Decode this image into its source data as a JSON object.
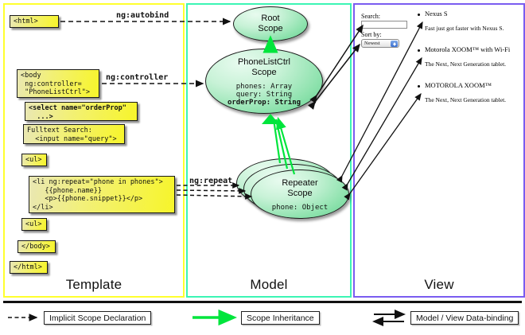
{
  "panels": [
    {
      "key": "template",
      "label": "Template",
      "border_color": "#ffff2e"
    },
    {
      "key": "model",
      "label": "Model",
      "border_color": "#3cf5b4"
    },
    {
      "key": "view",
      "label": "View",
      "border_color": "#7a5cf0"
    }
  ],
  "template": {
    "boxes": [
      {
        "name": "html-open-box",
        "text": "<html>",
        "bold": false
      },
      {
        "name": "body-controller-box",
        "text": "<body\n ng:controller=\n \"PhoneListCtrl\">",
        "bold": false
      },
      {
        "name": "select-orderprop-box",
        "text": "<select name=\"orderProp\"\n  ...>",
        "bold": true
      },
      {
        "name": "fulltext-search-box",
        "text": "Fulltext Search:\n  <input name=\"query\">",
        "bold": false
      },
      {
        "name": "ul-open-box",
        "text": "<ul>",
        "bold": false
      },
      {
        "name": "li-ngrepeat-box",
        "text": "<li ng:repeat=\"phone in phones\">\n   {{phone.name}}\n   <p>{{phone.snippet}}</p>\n</li>",
        "bold": false
      },
      {
        "name": "ul-close-box",
        "text": "<ul>",
        "bold": false
      },
      {
        "name": "body-close-box",
        "text": "</body>",
        "bold": false
      },
      {
        "name": "html-close-box",
        "text": "</html>",
        "bold": false
      }
    ]
  },
  "model": {
    "scopes": [
      {
        "name": "root-scope",
        "title": "Root\nScope",
        "props": ""
      },
      {
        "name": "phonelistctrl-scope",
        "title": "PhoneListCtrl\nScope",
        "props_lines": [
          "phones: Array",
          "query: String"
        ],
        "props_bold": "orderProp: String"
      },
      {
        "name": "repeater-scope",
        "title": "Repeater\nScope",
        "props_lines": [
          "phone: Object"
        ],
        "props_bold": ""
      }
    ]
  },
  "arrow_labels": [
    {
      "name": "ng-autobind-label",
      "text": "ng:autobind"
    },
    {
      "name": "ng-controller-label",
      "text": "ng:controller"
    },
    {
      "name": "ng-repeat-label",
      "text": "ng:repeat"
    }
  ],
  "view": {
    "search_label": "Search:",
    "search_value": "",
    "sort_label": "Sort by:",
    "sort_selected": "Newest",
    "phones": [
      {
        "name": "Nexus S",
        "snippet": "Fast just got faster with Nexus S."
      },
      {
        "name": "Motorola XOOM™ with Wi-Fi",
        "snippet": "The Next, Next Generation tablet."
      },
      {
        "name": "MOTOROLA XOOM™",
        "snippet": "The Next, Next Generation tablet."
      }
    ]
  },
  "legend": [
    {
      "name": "legend-implicit-scope-declaration",
      "label": "Implicit Scope Declaration",
      "style": "dashed-black"
    },
    {
      "name": "legend-scope-inheritance",
      "label": "Scope Inheritance",
      "style": "solid-green"
    },
    {
      "name": "legend-model-view-databinding",
      "label": "Model / View Data-binding",
      "style": "double-black"
    }
  ],
  "colors": {
    "template_border": "#ffff2e",
    "model_border": "#3cf5b4",
    "view_border": "#7a5cf0",
    "inheritance_green": "#00e53c",
    "codebox_yellow": "#f7f52a",
    "scope_green": "#8de2ad"
  }
}
